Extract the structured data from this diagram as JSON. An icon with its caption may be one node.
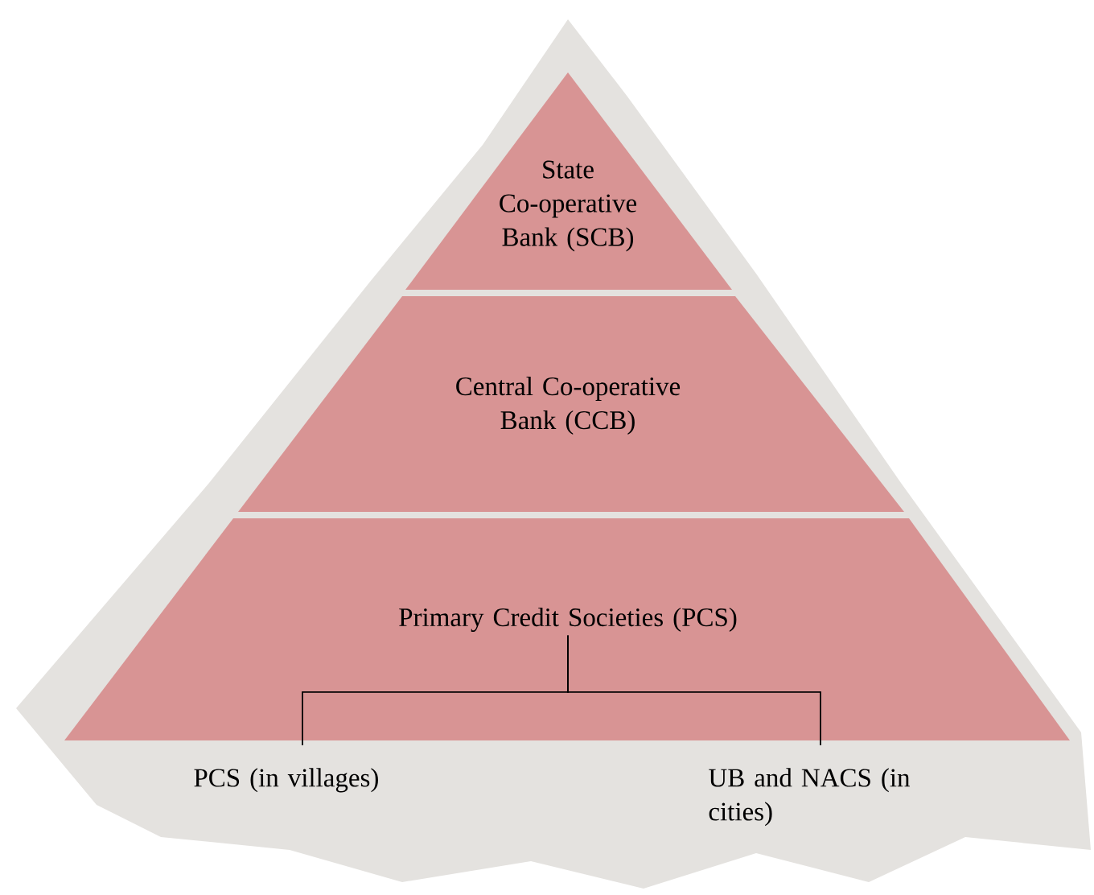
{
  "diagram": {
    "nodes": [
      {
        "text": [
          "State Co-operative Bank (SCB)"
        ]
      },
      {
        "text": [
          "Central Co-operative Bank (CCB)"
        ]
      },
      {
        "text": [
          "Primary Credit Societies (PCS)"
        ]
      },
      {
        "text": [
          "PCS (in villages)"
        ]
      },
      {
        "text": [
          "UB and NACS (in cities)"
        ]
      }
    ],
    "edges": [
      {
        "from": 2,
        "to": 3,
        "arrow": "none"
      },
      {
        "from": 2,
        "to": 4,
        "arrow": "none"
      }
    ]
  }
}
